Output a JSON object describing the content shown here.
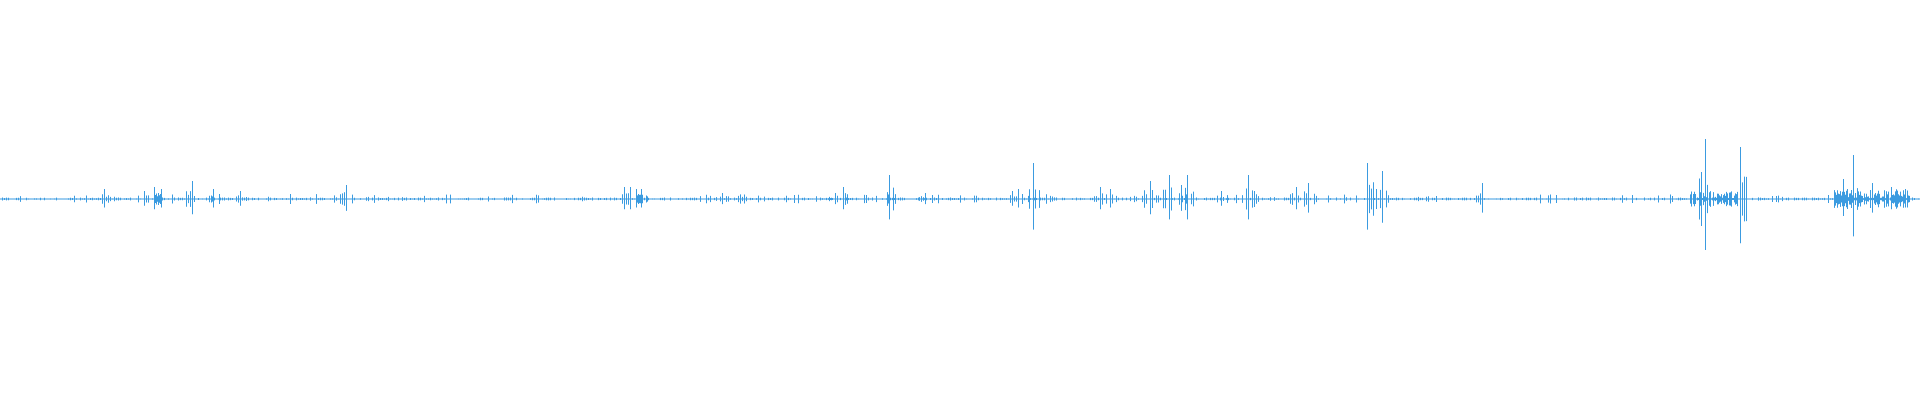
{
  "waveform": {
    "color": "#3b9be0",
    "peaks": [
      {
        "t": 0.054,
        "a": 0.05
      },
      {
        "t": 0.075,
        "a": 0.04
      },
      {
        "t": 0.08,
        "a": 0.06
      },
      {
        "t": 0.084,
        "a": 0.05
      },
      {
        "t": 0.1,
        "a": 0.09
      },
      {
        "t": 0.111,
        "a": 0.05
      },
      {
        "t": 0.125,
        "a": 0.04
      },
      {
        "t": 0.18,
        "a": 0.07
      },
      {
        "t": 0.325,
        "a": 0.06
      },
      {
        "t": 0.328,
        "a": 0.06
      },
      {
        "t": 0.331,
        "a": 0.05
      },
      {
        "t": 0.334,
        "a": 0.05
      },
      {
        "t": 0.376,
        "a": 0.03
      },
      {
        "t": 0.435,
        "a": 0.03
      },
      {
        "t": 0.439,
        "a": 0.06
      },
      {
        "t": 0.463,
        "a": 0.12
      },
      {
        "t": 0.482,
        "a": 0.03
      },
      {
        "t": 0.527,
        "a": 0.04
      },
      {
        "t": 0.53,
        "a": 0.05
      },
      {
        "t": 0.538,
        "a": 0.18
      },
      {
        "t": 0.573,
        "a": 0.06
      },
      {
        "t": 0.578,
        "a": 0.05
      },
      {
        "t": 0.599,
        "a": 0.09
      },
      {
        "t": 0.609,
        "a": 0.12
      },
      {
        "t": 0.615,
        "a": 0.07
      },
      {
        "t": 0.618,
        "a": 0.12
      },
      {
        "t": 0.636,
        "a": 0.04
      },
      {
        "t": 0.65,
        "a": 0.12
      },
      {
        "t": 0.675,
        "a": 0.06
      },
      {
        "t": 0.681,
        "a": 0.08
      },
      {
        "t": 0.712,
        "a": 0.18
      },
      {
        "t": 0.72,
        "a": 0.14
      },
      {
        "t": 0.772,
        "a": 0.08
      },
      {
        "t": 0.888,
        "a": 0.3
      },
      {
        "t": 0.906,
        "a": 0.26
      },
      {
        "t": 0.96,
        "a": 0.1
      },
      {
        "t": 0.965,
        "a": 0.22
      },
      {
        "t": 0.975,
        "a": 0.08
      },
      {
        "t": 0.985,
        "a": 0.06
      },
      {
        "t": 0.992,
        "a": 0.05
      }
    ],
    "dense_segments": [
      {
        "start": 0.88,
        "end": 0.905,
        "a": 0.04
      },
      {
        "start": 0.955,
        "end": 0.995,
        "a": 0.05
      }
    ]
  }
}
